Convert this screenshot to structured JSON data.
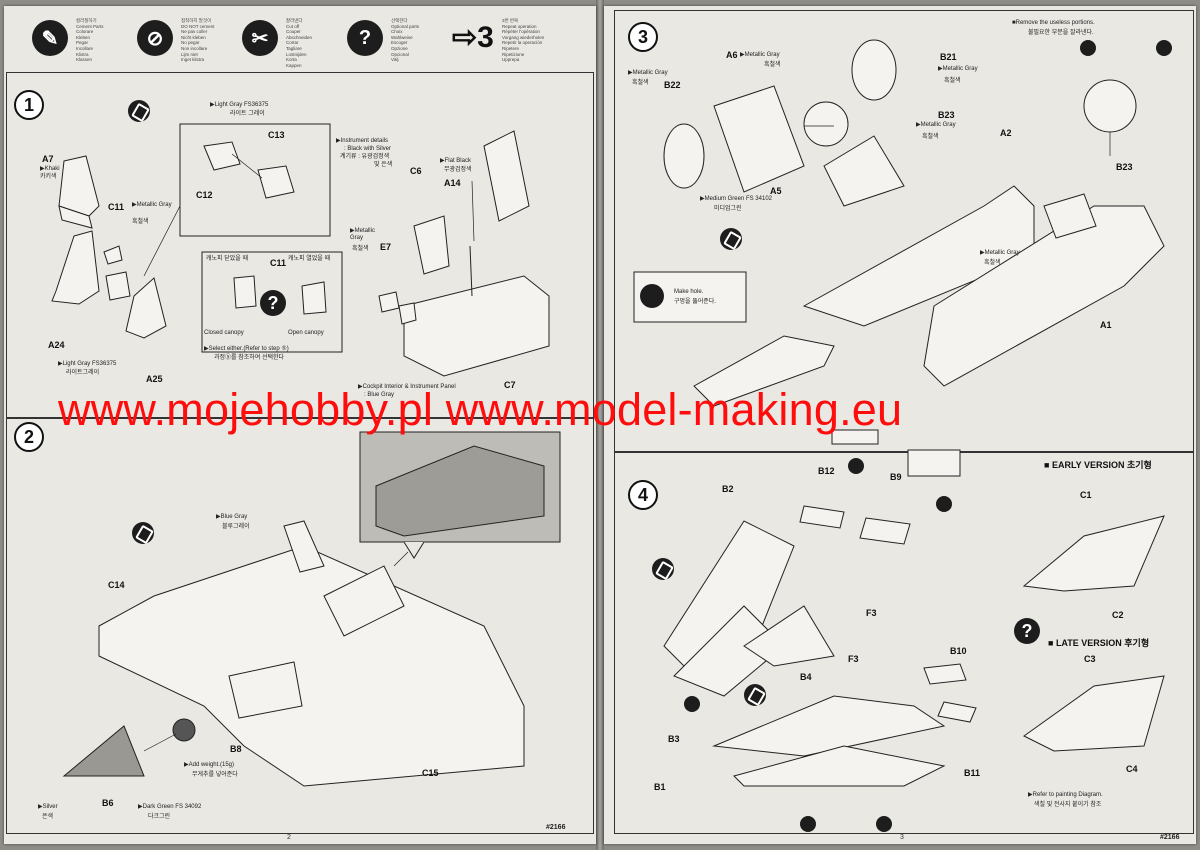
{
  "legend": {
    "items": [
      {
        "icon": "paint-icon",
        "lines": [
          "컬러칠하기",
          "Cement Parts",
          "Colorare",
          "Kleben",
          "Pegar",
          "Incollare",
          "Klistra",
          "Klassen"
        ]
      },
      {
        "icon": "no-cement-icon",
        "lines": [
          "접착하지 말것이",
          "DO NOT cement",
          "Ne pas coller",
          "Nicht kleben",
          "No pegar",
          "Non incollare",
          "Lijm niet",
          "Inget klistra"
        ]
      },
      {
        "icon": "cutting-icon",
        "lines": [
          "잘라낸다",
          "Cut off",
          "Couper",
          "Abschneiden",
          "Cortar",
          "Tagliare",
          "Lostnijden",
          "Korta",
          "Kappen"
        ]
      },
      {
        "icon": "question-icon",
        "lines": [
          "선택한다",
          "Optional parts",
          "Choix",
          "Wahlweise",
          "Escoger",
          "Opzione",
          "Opcional",
          "Välj"
        ]
      },
      {
        "icon": "repeat-icon",
        "lines": [
          "3번 반복",
          "Repeat operation",
          "Répéter l'opération",
          "Vorgang wiederholen",
          "Repetir la operación",
          "Ripetere",
          "Ripetizione",
          "Upprepa"
        ],
        "count": "3"
      }
    ]
  },
  "watermark": "www.mojehobby.pl www.model-making.eu",
  "step1": {
    "num": "1",
    "labels": {
      "a7": "A7",
      "khaki": "Khaki",
      "khaki_kr": "카키색",
      "c11": "C11",
      "metallic_gray": "Metallic Gray",
      "metallic_gray_kr": "흑철색",
      "a24": "A24",
      "a25": "A25",
      "light_gray": "Light Gray FS36375",
      "light_gray_kr": "라이트그레이",
      "light_gray_top": "Light Gray FS36375",
      "light_gray_top_kr": "라이트 그레이",
      "c13": "C13",
      "c12": "C12",
      "closed_kr": "캐노피 닫았을 때",
      "open_kr": "캐노피 열었을 때",
      "c11b": "C11",
      "closed": "Closed canopy",
      "open": "Open canopy",
      "select": "Select either.(Refer to step ⑤)",
      "select_kr": "과정⑤를 참조하여 선택한다",
      "instrument": "Instrument details",
      "instrument2": ": Black with Silver",
      "instrument_kr": "계기류 : 유광검정색",
      "instrument_kr2": "및 은색",
      "c6": "C6",
      "flat_black": "Flat Black",
      "flat_black_kr": "무광검정색",
      "a14": "A14",
      "metallic_gray2": "Metallic Gray",
      "metallic_gray2_kr": "흑철색",
      "e7": "E7",
      "c7": "C7",
      "cockpit": "Cockpit Interior & Instrument Panel",
      "cockpit2": ": Blue Gray"
    }
  },
  "step2": {
    "num": "2",
    "labels": {
      "blue_gray": "Blue Gray",
      "blue_gray_kr": "블루그레이",
      "c14": "C14",
      "b8": "B8",
      "c15": "C15",
      "b6": "B6",
      "weight": "Add weight.(15g)",
      "weight_kr": "무게추를 넣어준다",
      "silver": "Silver",
      "silver_kr": "은색",
      "dark_green": "Dark Green FS 34092",
      "dark_green_kr": "다크그린"
    }
  },
  "step3": {
    "num": "3",
    "labels": {
      "remove": "Remove the useless portions.",
      "remove_kr": "불필요한 부분을 잘라낸다.",
      "b21": "B21",
      "metallic_gray_a": "Metallic Gray",
      "metallic_gray_a_kr": "흑철색",
      "a6": "A6",
      "metallic_gray_b": "Metallic Gray",
      "metallic_gray_b_kr": "흑철색",
      "b22": "B22",
      "metallic_gray_c": "Metallic Gray",
      "metallic_gray_c_kr": "흑철색",
      "b23": "B23",
      "metallic_gray_d": "Metallic Gray",
      "metallic_gray_d_kr": "흑철색",
      "a2": "A2",
      "a5": "A5",
      "medium_green": "Medium Green FS 34102",
      "medium_green_kr": "미디엄그린",
      "b23b": "B23",
      "metallic_gray_e": "Metallic Gray",
      "metallic_gray_e_kr": "흑철색",
      "a1": "A1",
      "make_hole": "Make hole.",
      "make_hole_kr": "구멍을 뚫어준다."
    }
  },
  "step4": {
    "num": "4",
    "labels": {
      "b12": "B12",
      "b9": "B9",
      "b2": "B2",
      "f3": "F3",
      "b4": "B4",
      "f3b": "F3",
      "b10": "B10",
      "b3": "B3",
      "b11": "B11",
      "b1": "B1",
      "early": "EARLY VERSION 초기형",
      "c1": "C1",
      "c2": "C2",
      "late": "LATE VERSION 후기형",
      "c3": "C3",
      "c4": "C4",
      "refer": "Refer to painting Diagram.",
      "refer_kr": "색칠 및 전사지 붙이기 참조"
    }
  },
  "footer": {
    "left_page": "2",
    "right_page": "3",
    "code_left": "#2166",
    "code_right": "#2166"
  }
}
